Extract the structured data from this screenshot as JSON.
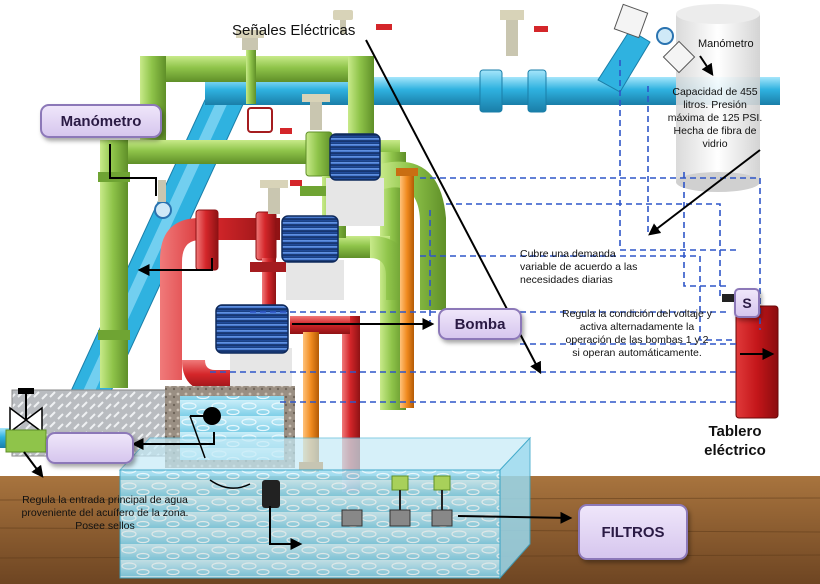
{
  "labels": {
    "senales": "Señales Eléctricas",
    "manometro_right": "Manómetro",
    "capacidad": "Capacidad de 455 litros. Presión máxima de 125 PSI. Hecha de fibra de vidrio",
    "manometro_box": "Manómetro",
    "cubre": "Cubre una demanda variable de acuerdo a las necesidades diarias",
    "regula_voltaje": "Regula la condición del voltaje y activa alternadamente la operación de las bombas 1 y 2 si operan automáticamente.",
    "bomba_box": "Bomba",
    "s_box": "S",
    "tablero": "Tablero eléctrico",
    "regula_entrada": "Regula la entrada principal de agua proveniente del acuífero de la zona. Posee sellos",
    "filtros_box": "FILTROS",
    "empty_box": ""
  },
  "colors": {
    "green_pipe": "#8fc44a",
    "cyan_pipe": "#2fb2e0",
    "red_pipe": "#d4262a",
    "orange_pipe": "#f08a1e",
    "motor": "#2a5cb8",
    "ground": "#8a5a2e",
    "water": "#a6e1f2",
    "label_box": "#e2d6f4"
  }
}
